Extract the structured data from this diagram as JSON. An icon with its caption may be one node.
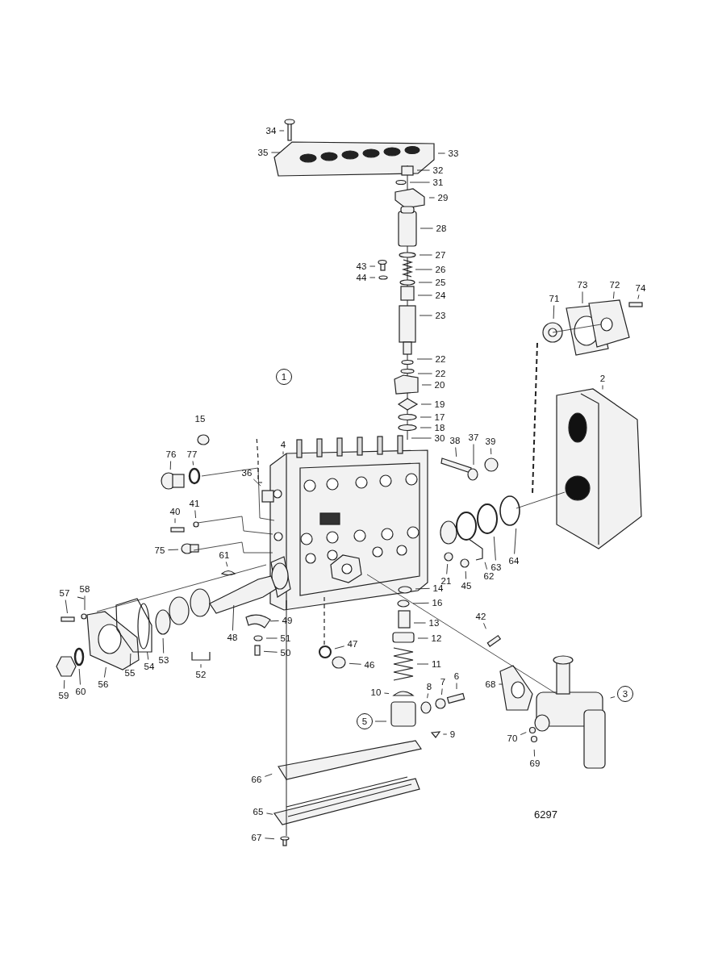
{
  "diagram": {
    "nodes": [
      {
        "text": [
          "34"
        ]
      },
      {
        "text": [
          "35"
        ]
      },
      {
        "text": [
          "33"
        ]
      },
      {
        "text": [
          "32"
        ]
      },
      {
        "text": [
          "31"
        ]
      },
      {
        "text": [
          "29"
        ]
      },
      {
        "text": [
          "28"
        ]
      },
      {
        "text": [
          "27"
        ]
      },
      {
        "text": [
          "43"
        ]
      },
      {
        "text": [
          "44"
        ]
      },
      {
        "text": [
          "26"
        ]
      },
      {
        "text": [
          "25"
        ]
      },
      {
        "text": [
          "24"
        ]
      },
      {
        "text": [
          "23"
        ]
      },
      {
        "text": [
          "22"
        ]
      },
      {
        "text": [
          "22"
        ]
      },
      {
        "text": [
          "20"
        ]
      },
      {
        "text": [
          "19"
        ]
      },
      {
        "text": [
          "17"
        ]
      },
      {
        "text": [
          "18"
        ]
      },
      {
        "text": [
          "30"
        ]
      },
      {
        "text": [
          "1"
        ]
      },
      {
        "text": [
          "15"
        ]
      },
      {
        "text": [
          "4"
        ]
      },
      {
        "text": [
          "76"
        ]
      },
      {
        "text": [
          "77"
        ]
      },
      {
        "text": [
          "36"
        ]
      },
      {
        "text": [
          "38"
        ]
      },
      {
        "text": [
          "37"
        ]
      },
      {
        "text": [
          "39"
        ]
      },
      {
        "text": [
          "40"
        ]
      },
      {
        "text": [
          "41"
        ]
      },
      {
        "text": [
          "75"
        ]
      },
      {
        "text": [
          "61"
        ]
      },
      {
        "text": [
          "2"
        ]
      },
      {
        "text": [
          "71"
        ]
      },
      {
        "text": [
          "73"
        ]
      },
      {
        "text": [
          "72"
        ]
      },
      {
        "text": [
          "74"
        ]
      },
      {
        "text": [
          "21"
        ]
      },
      {
        "text": [
          "45"
        ]
      },
      {
        "text": [
          "62"
        ]
      },
      {
        "text": [
          "63"
        ]
      },
      {
        "text": [
          "64"
        ]
      },
      {
        "text": [
          "14"
        ]
      },
      {
        "text": [
          "16"
        ]
      },
      {
        "text": [
          "13"
        ]
      },
      {
        "text": [
          "12"
        ]
      },
      {
        "text": [
          "11"
        ]
      },
      {
        "text": [
          "47"
        ]
      },
      {
        "text": [
          "46"
        ]
      },
      {
        "text": [
          "42"
        ]
      },
      {
        "text": [
          "6"
        ]
      },
      {
        "text": [
          "7"
        ]
      },
      {
        "text": [
          "8"
        ]
      },
      {
        "text": [
          "10"
        ]
      },
      {
        "text": [
          "5"
        ]
      },
      {
        "text": [
          "9"
        ]
      },
      {
        "text": [
          "3"
        ]
      },
      {
        "text": [
          "68"
        ]
      },
      {
        "text": [
          "70"
        ]
      },
      {
        "text": [
          "69"
        ]
      },
      {
        "text": [
          "57"
        ]
      },
      {
        "text": [
          "58"
        ]
      },
      {
        "text": [
          "59"
        ]
      },
      {
        "text": [
          "60"
        ]
      },
      {
        "text": [
          "56"
        ]
      },
      {
        "text": [
          "55"
        ]
      },
      {
        "text": [
          "54"
        ]
      },
      {
        "text": [
          "53"
        ]
      },
      {
        "text": [
          "52"
        ]
      },
      {
        "text": [
          "48"
        ]
      },
      {
        "text": [
          "49"
        ]
      },
      {
        "text": [
          "51"
        ]
      },
      {
        "text": [
          "50"
        ]
      },
      {
        "text": [
          "66"
        ]
      },
      {
        "text": [
          "65"
        ]
      },
      {
        "text": [
          "67"
        ]
      }
    ],
    "edges": [
      {
        "from": 0,
        "to": null,
        "arrow": "none"
      },
      {
        "from": 1,
        "to": null,
        "arrow": "none"
      },
      {
        "from": 2,
        "to": null,
        "arrow": "none"
      },
      {
        "from": 3,
        "to": null,
        "arrow": "none"
      },
      {
        "from": 4,
        "to": null,
        "arrow": "none"
      },
      {
        "from": 5,
        "to": null,
        "arrow": "none"
      },
      {
        "from": 6,
        "to": null,
        "arrow": "none"
      },
      {
        "from": 7,
        "to": null,
        "arrow": "none"
      },
      {
        "from": 8,
        "to": null,
        "arrow": "none"
      },
      {
        "from": 9,
        "to": null,
        "arrow": "none"
      },
      {
        "from": 10,
        "to": null,
        "arrow": "none"
      },
      {
        "from": 11,
        "to": null,
        "arrow": "none"
      },
      {
        "from": 12,
        "to": null,
        "arrow": "none"
      },
      {
        "from": 13,
        "to": null,
        "arrow": "none"
      },
      {
        "from": 14,
        "to": null,
        "arrow": "none"
      },
      {
        "from": 15,
        "to": null,
        "arrow": "none"
      },
      {
        "from": 16,
        "to": null,
        "arrow": "none"
      },
      {
        "from": 17,
        "to": null,
        "arrow": "none"
      },
      {
        "from": 18,
        "to": null,
        "arrow": "none"
      },
      {
        "from": 19,
        "to": null,
        "arrow": "none"
      },
      {
        "from": 20,
        "to": null,
        "arrow": "none"
      },
      {
        "from": 23,
        "to": null,
        "arrow": "none"
      },
      {
        "from": 24,
        "to": null,
        "arrow": "none"
      },
      {
        "from": 25,
        "to": null,
        "arrow": "none"
      },
      {
        "from": 26,
        "to": null,
        "arrow": "none"
      },
      {
        "from": 27,
        "to": null,
        "arrow": "none"
      },
      {
        "from": 28,
        "to": null,
        "arrow": "none"
      },
      {
        "from": 29,
        "to": null,
        "arrow": "none"
      },
      {
        "from": 30,
        "to": null,
        "arrow": "none"
      },
      {
        "from": 31,
        "to": null,
        "arrow": "none"
      },
      {
        "from": 32,
        "to": null,
        "arrow": "none"
      },
      {
        "from": 33,
        "to": null,
        "arrow": "none"
      },
      {
        "from": 34,
        "to": null,
        "arrow": "none"
      },
      {
        "from": 35,
        "to": null,
        "arrow": "none"
      },
      {
        "from": 36,
        "to": null,
        "arrow": "none"
      },
      {
        "from": 37,
        "to": null,
        "arrow": "none"
      },
      {
        "from": 38,
        "to": null,
        "arrow": "none"
      },
      {
        "from": 39,
        "to": null,
        "arrow": "none"
      },
      {
        "from": 40,
        "to": null,
        "arrow": "none"
      },
      {
        "from": 41,
        "to": null,
        "arrow": "none"
      },
      {
        "from": 42,
        "to": null,
        "arrow": "none"
      },
      {
        "from": 43,
        "to": null,
        "arrow": "none"
      },
      {
        "from": 44,
        "to": null,
        "arrow": "none"
      },
      {
        "from": 45,
        "to": null,
        "arrow": "none"
      },
      {
        "from": 46,
        "to": null,
        "arrow": "none"
      },
      {
        "from": 47,
        "to": null,
        "arrow": "none"
      },
      {
        "from": 48,
        "to": null,
        "arrow": "none"
      },
      {
        "from": 49,
        "to": null,
        "arrow": "none"
      },
      {
        "from": 50,
        "to": null,
        "arrow": "none"
      },
      {
        "from": 51,
        "to": null,
        "arrow": "none"
      },
      {
        "from": 52,
        "to": null,
        "arrow": "none"
      },
      {
        "from": 53,
        "to": null,
        "arrow": "none"
      },
      {
        "from": 54,
        "to": null,
        "arrow": "none"
      },
      {
        "from": 55,
        "to": null,
        "arrow": "none"
      },
      {
        "from": 56,
        "to": null,
        "arrow": "none"
      },
      {
        "from": 57,
        "to": null,
        "arrow": "none"
      },
      {
        "from": 58,
        "to": null,
        "arrow": "none"
      },
      {
        "from": 59,
        "to": null,
        "arrow": "none"
      },
      {
        "from": 60,
        "to": null,
        "arrow": "none"
      },
      {
        "from": 61,
        "to": null,
        "arrow": "none"
      },
      {
        "from": 62,
        "to": null,
        "arrow": "none"
      },
      {
        "from": 63,
        "to": null,
        "arrow": "none"
      },
      {
        "from": 64,
        "to": null,
        "arrow": "none"
      },
      {
        "from": 65,
        "to": null,
        "arrow": "none"
      },
      {
        "from": 66,
        "to": null,
        "arrow": "none"
      },
      {
        "from": 67,
        "to": null,
        "arrow": "none"
      },
      {
        "from": 68,
        "to": null,
        "arrow": "none"
      },
      {
        "from": 69,
        "to": null,
        "arrow": "none"
      },
      {
        "from": 70,
        "to": null,
        "arrow": "none"
      },
      {
        "from": 71,
        "to": null,
        "arrow": "none"
      },
      {
        "from": 72,
        "to": null,
        "arrow": "none"
      },
      {
        "from": 73,
        "to": null,
        "arrow": "none"
      },
      {
        "from": 74,
        "to": null,
        "arrow": "none"
      },
      {
        "from": 75,
        "to": null,
        "arrow": "none"
      },
      {
        "from": 76,
        "to": null,
        "arrow": "none"
      },
      {
        "from": 77,
        "to": null,
        "arrow": "none"
      }
    ],
    "labels": [
      "6297"
    ]
  }
}
